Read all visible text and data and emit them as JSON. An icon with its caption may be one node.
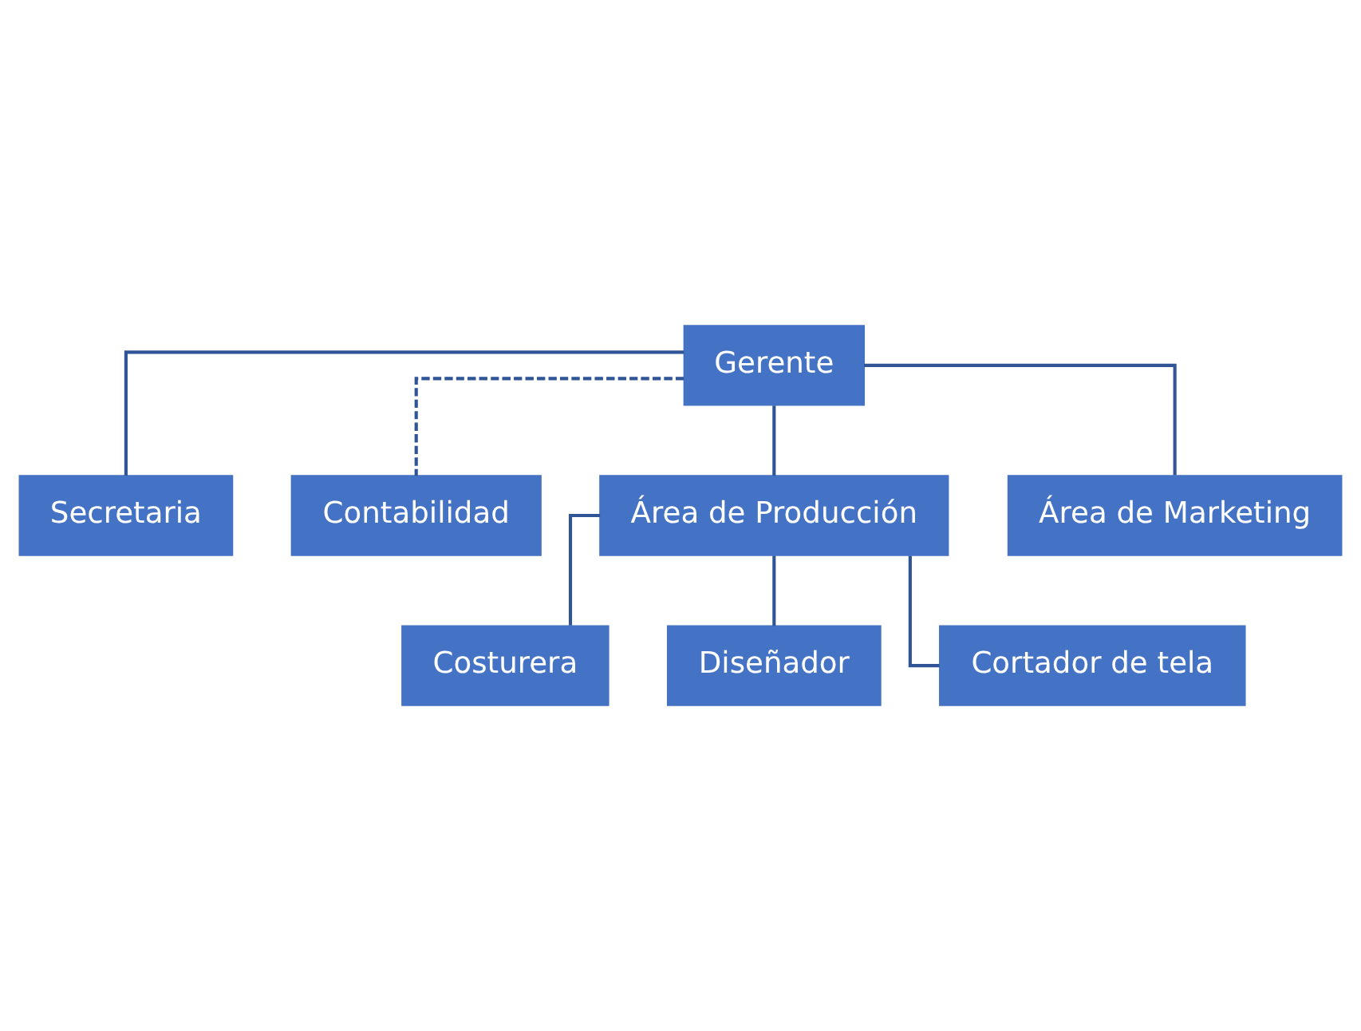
{
  "diagram": {
    "nodes": [
      {
        "text": [
          "Gerente"
        ]
      },
      {
        "text": [
          "Secretaria"
        ]
      },
      {
        "text": [
          "Contabilidad"
        ]
      },
      {
        "text": [
          "Área de Producción"
        ]
      },
      {
        "text": [
          "Área de Marketing"
        ]
      },
      {
        "text": [
          "Costurera"
        ]
      },
      {
        "text": [
          "Diseñador"
        ]
      },
      {
        "text": [
          "Cortador de tela"
        ]
      }
    ],
    "edges": [
      {
        "from": 0,
        "to": 1,
        "arrow": "none"
      },
      {
        "from": 0,
        "to": 2,
        "arrow": "none",
        "style": "dashed"
      },
      {
        "from": 0,
        "to": 3,
        "arrow": "none"
      },
      {
        "from": 0,
        "to": 4,
        "arrow": "none"
      },
      {
        "from": 3,
        "to": 5,
        "arrow": "none"
      },
      {
        "from": 3,
        "to": 6,
        "arrow": "none"
      },
      {
        "from": 3,
        "to": 7,
        "arrow": "none"
      }
    ]
  }
}
